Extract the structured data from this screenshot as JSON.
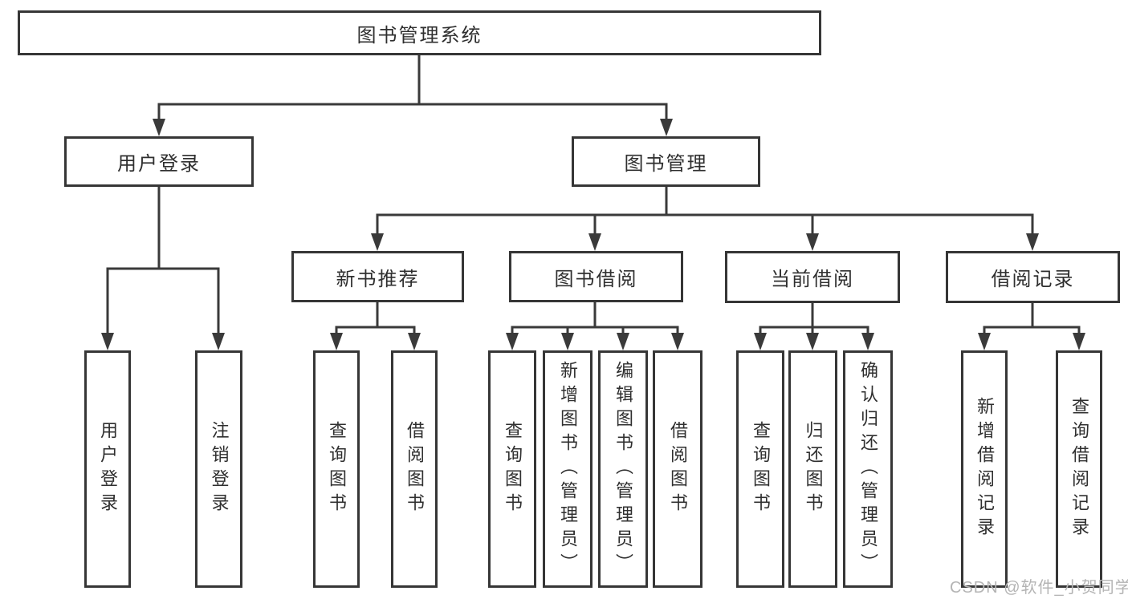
{
  "diagram_type": "hierarchy-tree",
  "watermark": "CSDN @软件_小贺同学",
  "colors": {
    "line": "#3a3a3a",
    "box_border": "#363636",
    "box_fill": "#ffffff",
    "text": "#2f2f2f",
    "watermark_text": "#b4b4b4",
    "background": "#ffffff"
  },
  "tree": {
    "root_label": "图书管理系统",
    "children": [
      {
        "label": "用户登录",
        "children": [
          {
            "label": "用户登录"
          },
          {
            "label": "注销登录"
          }
        ]
      },
      {
        "label": "图书管理",
        "children": [
          {
            "label": "新书推荐",
            "children": [
              {
                "label": "查询图书"
              },
              {
                "label": "借阅图书"
              }
            ]
          },
          {
            "label": "图书借阅",
            "children": [
              {
                "label": "查询图书"
              },
              {
                "label": "新增图书（管理员）"
              },
              {
                "label": "编辑图书（管理员）"
              },
              {
                "label": "借阅图书"
              }
            ]
          },
          {
            "label": "当前借阅",
            "children": [
              {
                "label": "查询图书"
              },
              {
                "label": "归还图书"
              },
              {
                "label": "确认归还（管理员）"
              }
            ]
          },
          {
            "label": "借阅记录",
            "children": [
              {
                "label": "新增借阅记录"
              },
              {
                "label": "查询借阅记录"
              }
            ]
          }
        ]
      }
    ]
  }
}
